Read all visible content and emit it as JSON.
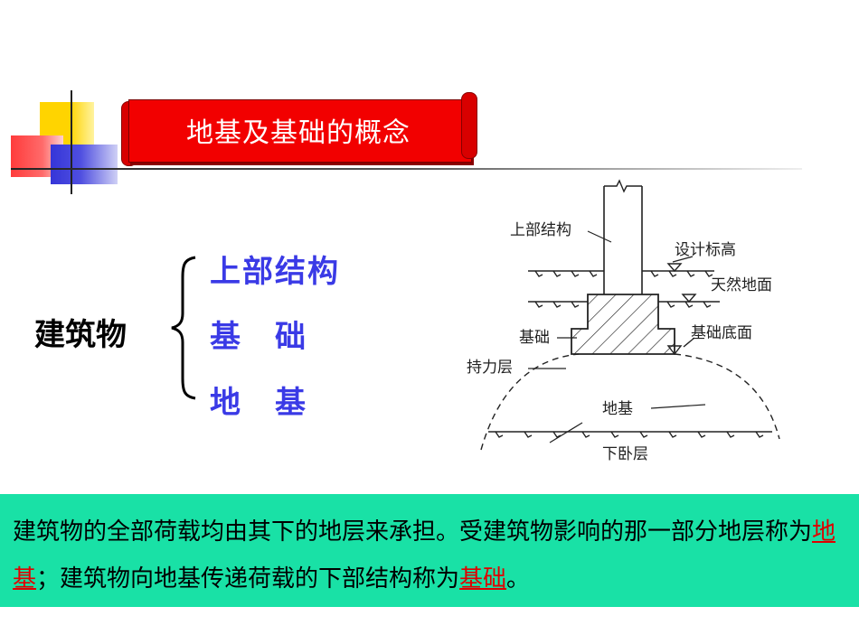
{
  "title": "地基及基础的概念",
  "left": {
    "building": "建筑物",
    "items": [
      "上部结构",
      "基　础",
      "地　基"
    ]
  },
  "diagram": {
    "labels": {
      "superstructure": "上部结构",
      "design_elevation": "设计标高",
      "natural_ground": "天然地面",
      "foundation": "基础",
      "foundation_bottom": "基础底面",
      "bearing_layer": "持力层",
      "subsoil": "地基",
      "underlying_layer": "下卧层"
    }
  },
  "note": {
    "part1": "建筑物的全部荷载均由其下的地层来承担。受建筑物影响的那一部分地层称为",
    "term1": "地基",
    "part2": "；建筑物向地基传递荷载的下部结构称为",
    "term2": "基础",
    "part3": "。"
  },
  "colors": {
    "banner": "#f20000",
    "item_text": "#3a3ae6",
    "note_bg": "#19e1a6",
    "term": "#e00000"
  }
}
